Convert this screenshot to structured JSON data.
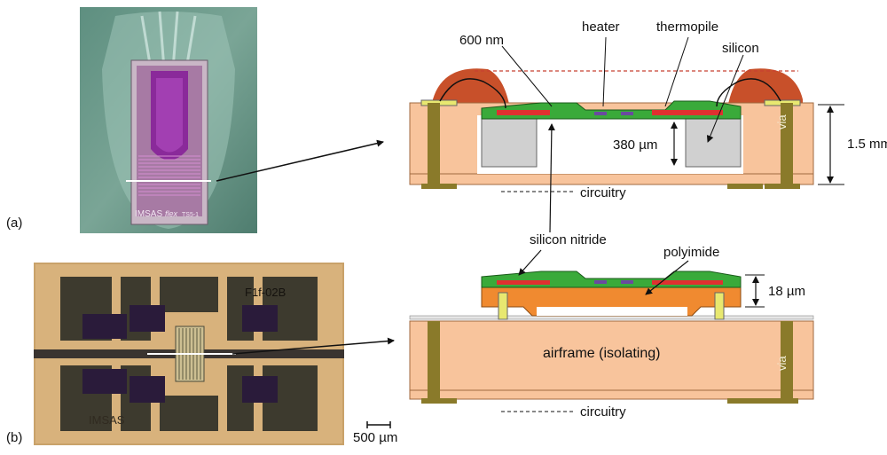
{
  "panels": [
    {
      "id": "a",
      "label": "(a)",
      "chip_mark": "IMSAS",
      "chip_mark_sub": "flex",
      "chip_id": "TS5-1"
    },
    {
      "id": "b",
      "label": "(b)",
      "chip_mark": "IMSAS",
      "chip_mark_sub": "",
      "chip_id": "F1f-02B"
    }
  ],
  "labels": {
    "thickness_a": "600 nm",
    "heater": "heater",
    "thermopile": "thermopile",
    "silicon": "silicon",
    "via": "via",
    "depth": "380 µm",
    "height_a": "1.5 mm",
    "circuitry": "circuitry",
    "nitride": "silicon nitride",
    "polyimide": "polyimide",
    "height_b": "18 µm",
    "airframe": "airframe (isolating)",
    "scale": "500 µm"
  },
  "colors": {
    "board": "#f8c49c",
    "via": "#8a7a2a",
    "silicon": "#d0d0d0",
    "nitride_green": "#3aaa3a",
    "heater_red": "#e03030",
    "polyimide": "#f08a30",
    "glob_top": "#c8502a",
    "pad_yellow": "#e8e870"
  }
}
